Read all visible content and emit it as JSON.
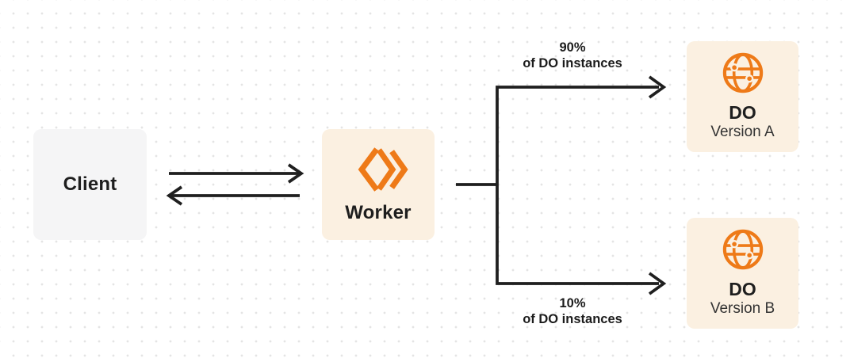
{
  "colors": {
    "accent_orange": "#EE7A18",
    "arrow": "#1F1F1F",
    "client_box_bg": "#F5F5F6",
    "cream_box_bg": "#FBF0E1",
    "dot_grid": "#E4E4E4",
    "text_primary": "#1E1E1E",
    "text_secondary": "#333333"
  },
  "nodes": {
    "client": {
      "label": "Client"
    },
    "worker": {
      "label": "Worker",
      "icon": "workers-logo-icon"
    },
    "do_version_a": {
      "title": "DO",
      "subtitle": "Version A",
      "icon": "globe-icon"
    },
    "do_version_b": {
      "title": "DO",
      "subtitle": "Version B",
      "icon": "globe-icon"
    }
  },
  "edges": {
    "client_worker": {
      "direction": "bidirectional"
    },
    "to_version_a": {
      "percent": "90%",
      "caption": "of DO instances"
    },
    "to_version_b": {
      "percent": "10%",
      "caption": "of DO instances"
    }
  }
}
